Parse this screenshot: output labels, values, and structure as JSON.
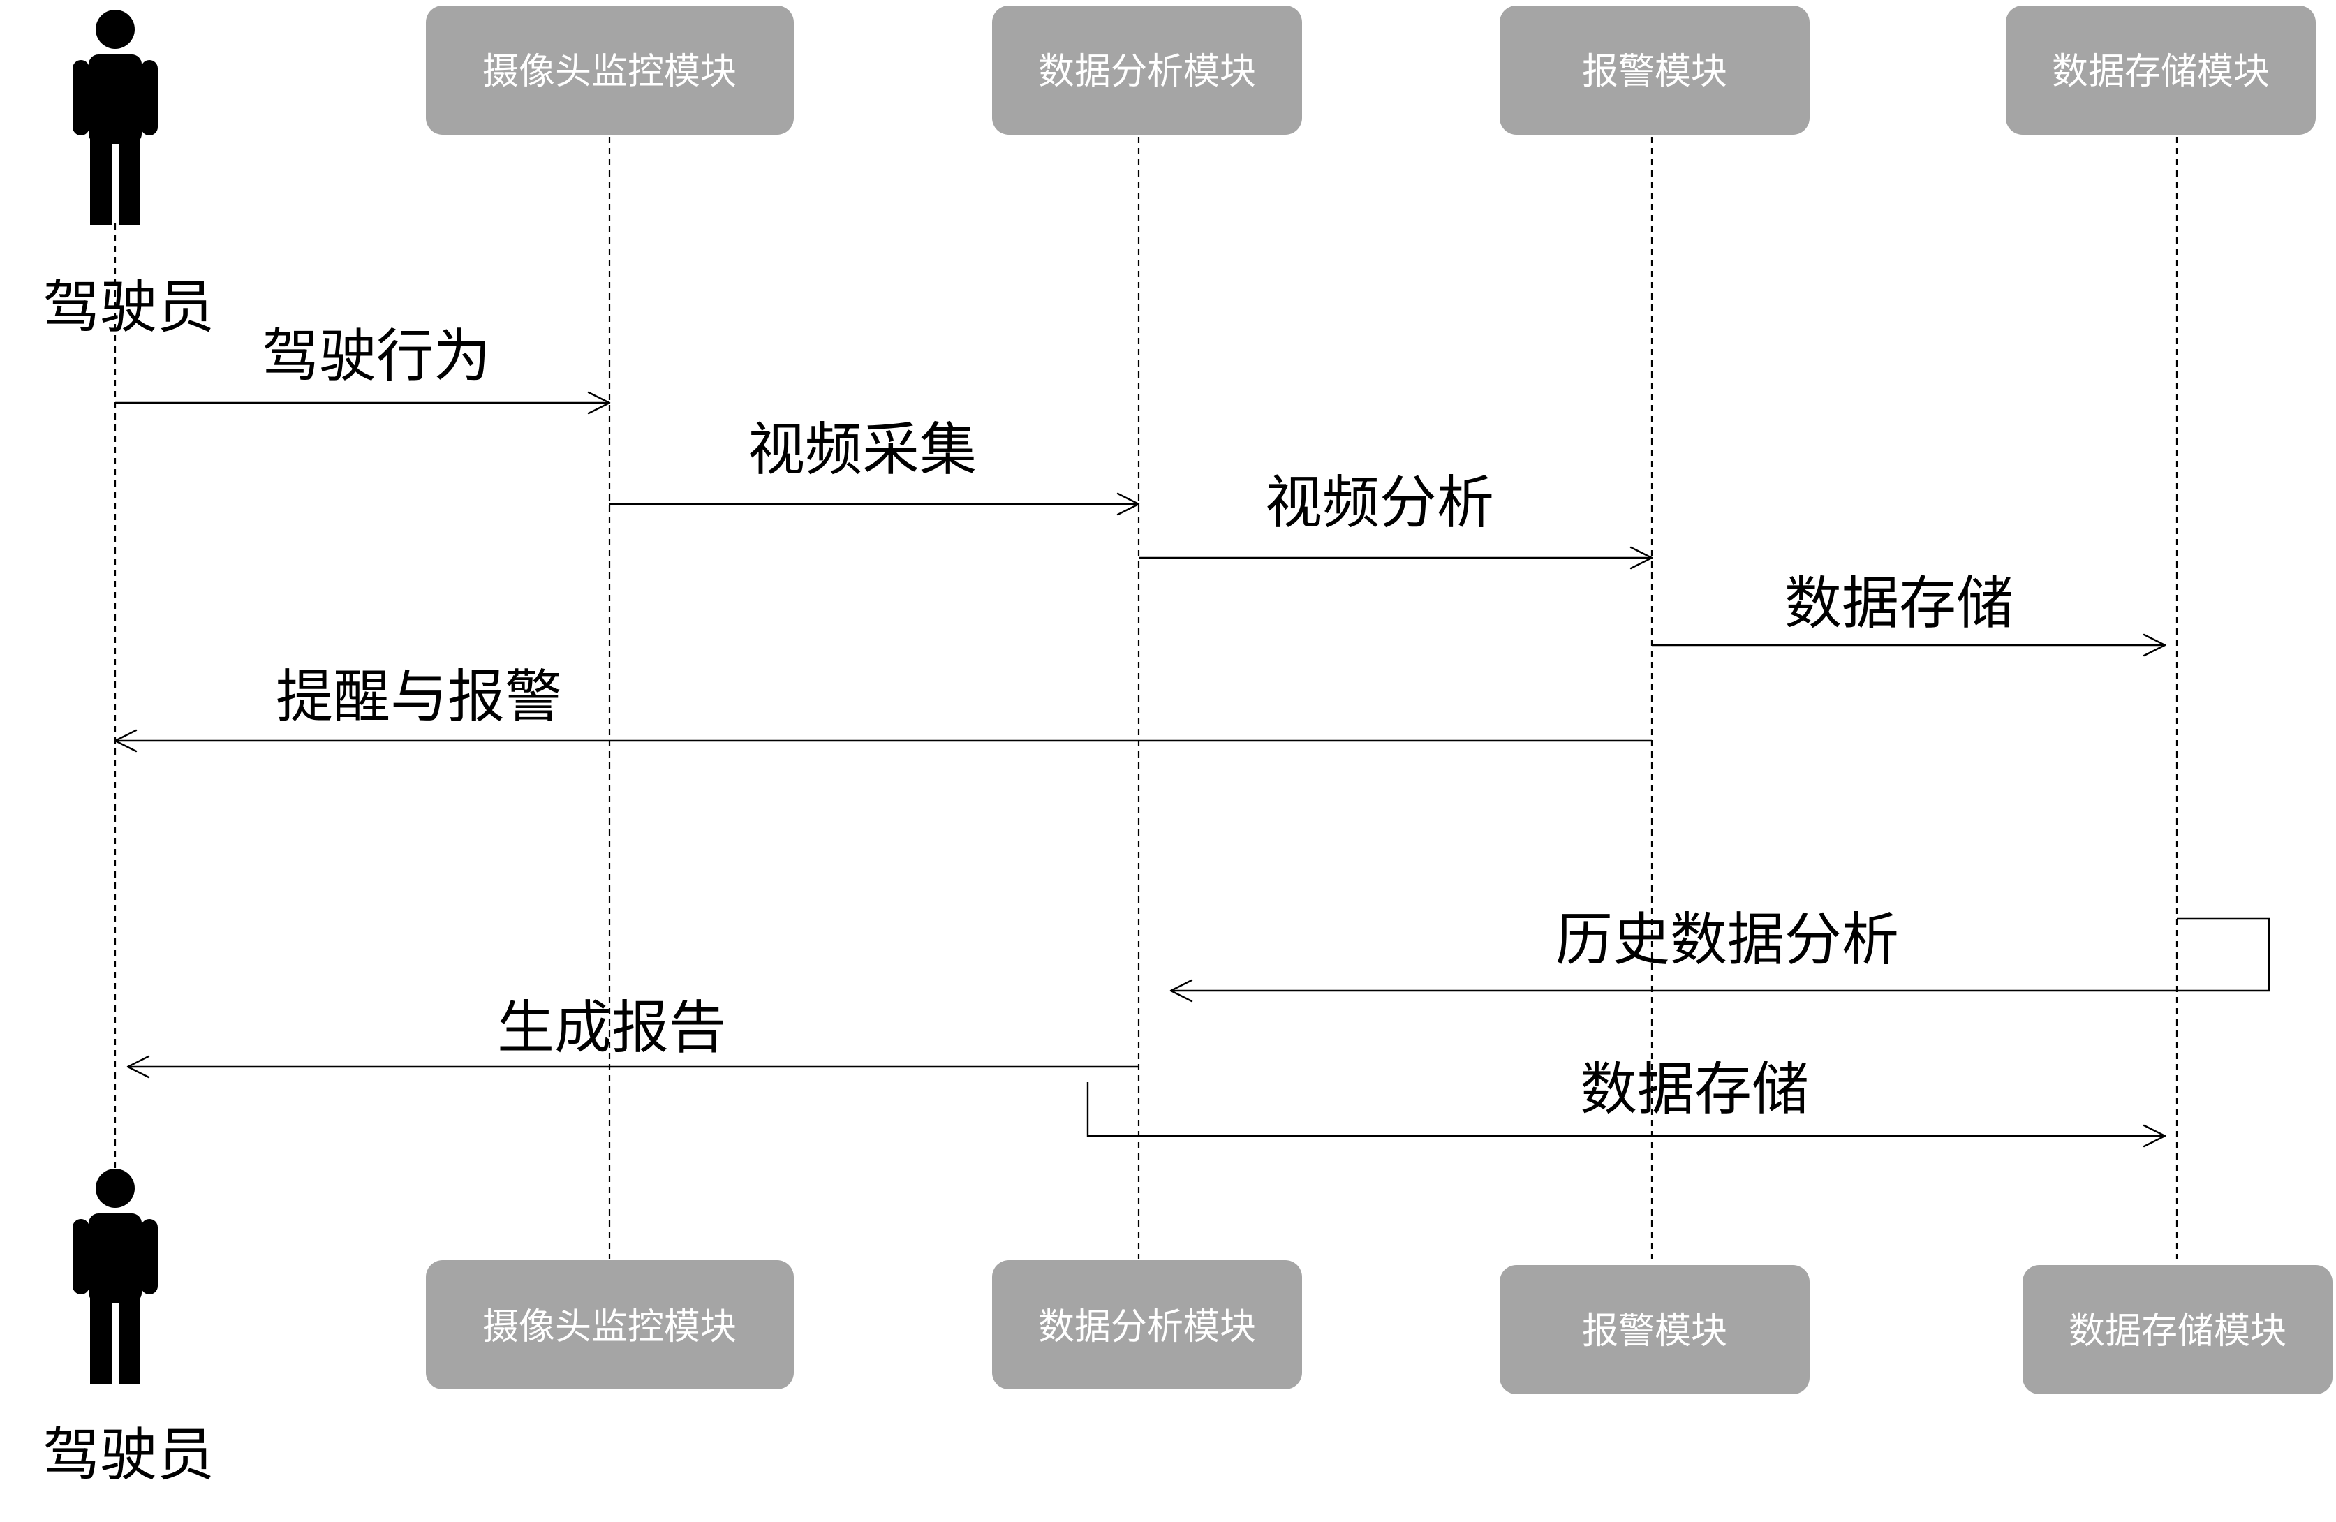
{
  "actor": {
    "label": "驾驶员",
    "icon": "person-icon"
  },
  "participants": [
    {
      "id": "camera",
      "label": "摄像头监控模块"
    },
    {
      "id": "analysis",
      "label": "数据分析模块"
    },
    {
      "id": "alarm",
      "label": "报警模块"
    },
    {
      "id": "storage",
      "label": "数据存储模块"
    }
  ],
  "messages": [
    {
      "id": "m1",
      "from": "driver",
      "to": "camera",
      "label": "驾驶行为"
    },
    {
      "id": "m2",
      "from": "camera",
      "to": "analysis",
      "label": "视频采集"
    },
    {
      "id": "m3",
      "from": "analysis",
      "to": "alarm",
      "label": "视频分析"
    },
    {
      "id": "m4",
      "from": "alarm",
      "to": "storage",
      "label": "数据存储"
    },
    {
      "id": "m5",
      "from": "alarm",
      "to": "driver",
      "label": "提醒与报警"
    },
    {
      "id": "m6",
      "from": "storage",
      "to": "analysis",
      "label": "历史数据分析"
    },
    {
      "id": "m7",
      "from": "analysis",
      "to": "driver",
      "label": "生成报告"
    },
    {
      "id": "m8",
      "from": "analysis",
      "to": "storage",
      "label": "数据存储"
    }
  ],
  "colors": {
    "participant_fill": "#a5a5a5",
    "participant_text": "#ffffff",
    "line": "#000000"
  }
}
